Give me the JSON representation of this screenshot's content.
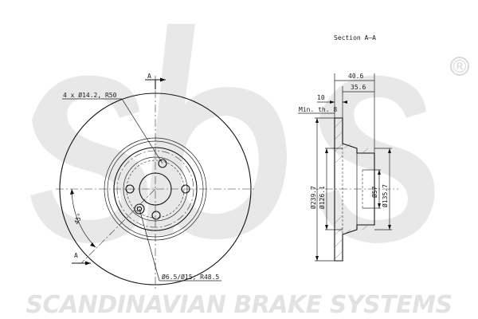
{
  "watermark": {
    "logo_text": "sbs",
    "registered": "®",
    "tagline": "SCANDINAVIAN BRAKE SYSTEMS"
  },
  "front_view": {
    "section_marker_top": "A",
    "section_marker_bottom": "A",
    "bolt_holes": "4 x Ø14.2, R50",
    "angle": "45°",
    "locator_holes": "Ø6.5/Ø15, R48.5"
  },
  "section_view": {
    "title": "Section A–A",
    "overall_height": "40.6",
    "hat_height": "35.6",
    "disc_thickness": "10",
    "min_thickness": "Min. th. 8",
    "outer_diameter": "Ø239.7",
    "hat_diameter": "Ø126.1",
    "center_bore": "Ø57",
    "hub_diameter": "Ø135.7"
  },
  "colors": {
    "line": "#111111",
    "watermark": "#e2e2e2"
  }
}
